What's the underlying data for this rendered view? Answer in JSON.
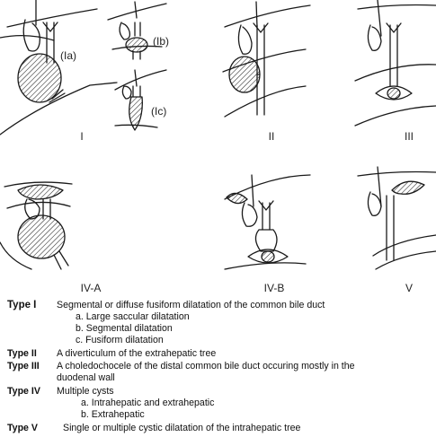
{
  "panels": {
    "ia": "(Ia)",
    "ib": "(Ib)",
    "ic": "(Ic)",
    "i": "I",
    "ii": "II",
    "iii": "III",
    "iva": "IV-A",
    "ivb": "IV-B",
    "v": "V"
  },
  "legend": {
    "type1": {
      "label": "Type I",
      "desc": "Segmental or diffuse fusiform dilatation of the common bile duct",
      "items": [
        "a. Large saccular dilatation",
        "b. Segmental dilatation",
        "c. Fusiform dilatation"
      ]
    },
    "type2": {
      "label": "Type II",
      "desc": "A diverticulum of the extrahepatic tree"
    },
    "type3": {
      "label": "Type III",
      "desc_line1": "A choledochocele of the distal common bile duct occuring mostly in the",
      "desc_line2": "duodenal wall"
    },
    "type4": {
      "label": "Type IV",
      "desc": "Multiple cysts",
      "items": [
        "a. Intrahepatic and extrahepatic",
        "b. Extrahepatic"
      ]
    },
    "type5": {
      "label": "Type V",
      "desc": "Single or multiple cystic dilatation of the intrahepatic tree"
    }
  }
}
